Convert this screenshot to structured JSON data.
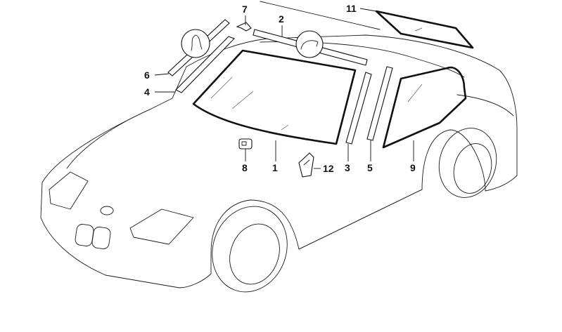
{
  "callouts": {
    "c1": "1",
    "c2": "2",
    "c3": "3",
    "c4": "4",
    "c5": "5",
    "c6": "6",
    "c7": "7",
    "c8": "8",
    "c9": "9",
    "c11": "11",
    "c12": "12"
  },
  "colors": {
    "line": "#111111",
    "background": "#ffffff"
  }
}
